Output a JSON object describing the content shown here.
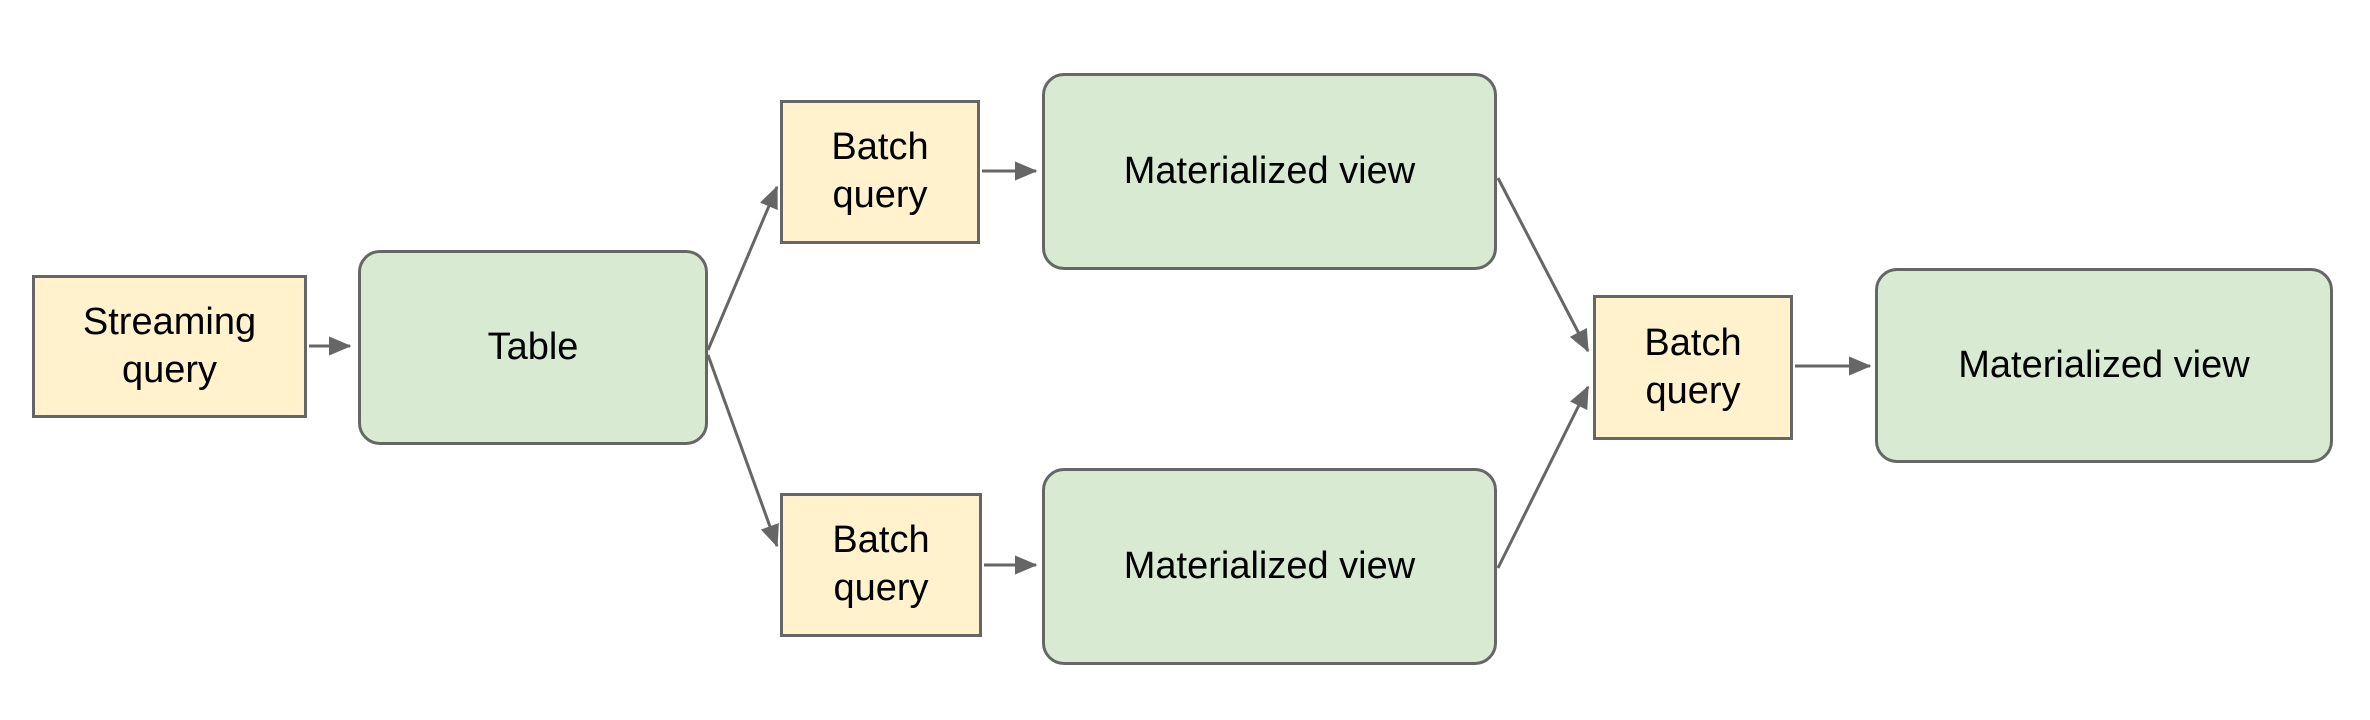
{
  "diagram": {
    "background_color": "#ffffff",
    "colors": {
      "query_box_fill": "#fff2cc",
      "view_box_fill": "#d9ead3",
      "border": "#666666",
      "arrow": "#666666",
      "text": "#000000"
    },
    "nodes": {
      "streaming_query": {
        "label": "Streaming\nquery",
        "kind": "query"
      },
      "table": {
        "label": "Table",
        "kind": "table"
      },
      "batch_query_top": {
        "label": "Batch\nquery",
        "kind": "query"
      },
      "materialized_view_top": {
        "label": "Materialized view",
        "kind": "view"
      },
      "batch_query_bottom": {
        "label": "Batch\nquery",
        "kind": "query"
      },
      "materialized_view_bottom": {
        "label": "Materialized view",
        "kind": "view"
      },
      "batch_query_join": {
        "label": "Batch\nquery",
        "kind": "query"
      },
      "materialized_view_final": {
        "label": "Materialized view",
        "kind": "view"
      }
    },
    "edges": [
      {
        "from": "streaming_query",
        "to": "table"
      },
      {
        "from": "table",
        "to": "batch_query_top"
      },
      {
        "from": "table",
        "to": "batch_query_bottom"
      },
      {
        "from": "batch_query_top",
        "to": "materialized_view_top"
      },
      {
        "from": "batch_query_bottom",
        "to": "materialized_view_bottom"
      },
      {
        "from": "materialized_view_top",
        "to": "batch_query_join"
      },
      {
        "from": "materialized_view_bottom",
        "to": "batch_query_join"
      },
      {
        "from": "batch_query_join",
        "to": "materialized_view_final"
      }
    ]
  }
}
